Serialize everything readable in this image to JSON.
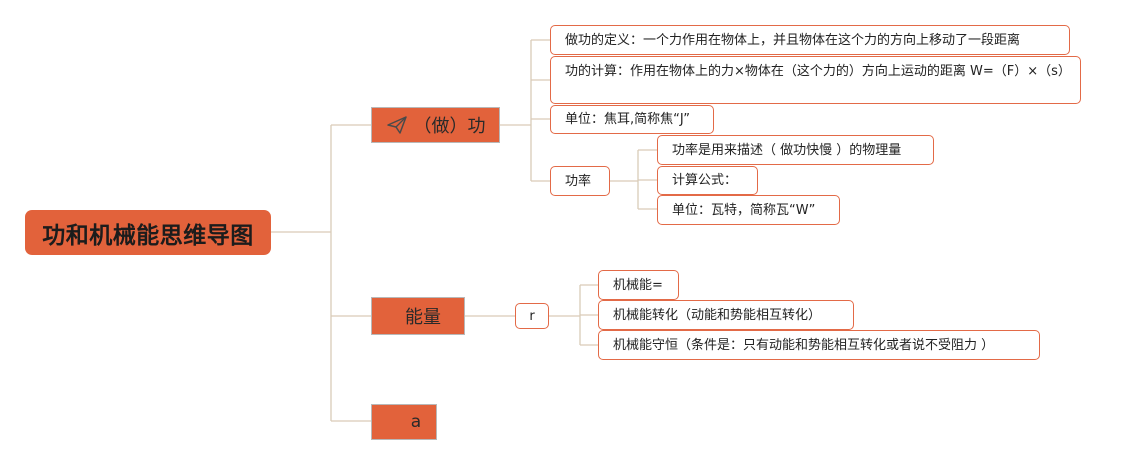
{
  "mindmap": {
    "root": "功和机械能思维导图",
    "branches": {
      "work": {
        "label": "（做）功",
        "icon": "paper-plane-icon",
        "children": {
          "definition": "做功的定义：一个力作用在物体上，并且物体在这个力的方向上移动了一段距离",
          "calculation": "功的计算：作用在物体上的力×物体在（这个力的）方向上运动的距离 W=（F）×（s）",
          "unit": "单位：焦耳,简称焦“J”",
          "power": {
            "label": "功率",
            "children": {
              "meaning": "功率是用来描述（ 做功快慢 ）的物理量",
              "formula": "计算公式：",
              "unit": "单位：瓦特，简称瓦“W”"
            }
          }
        }
      },
      "energy": {
        "label": "能量",
        "sub": {
          "label": "r",
          "children": {
            "mech": "机械能=",
            "conversion": "机械能转化（动能和势能相互转化）",
            "conservation": "机械能守恒（条件是：只有动能和势能相互转化或者说不受阻力 ）"
          }
        }
      },
      "third": {
        "label": "a"
      }
    },
    "colors": {
      "accent": "#e2623b",
      "leaf_border": "#e36a47",
      "connector": "#d9cbb8"
    }
  }
}
